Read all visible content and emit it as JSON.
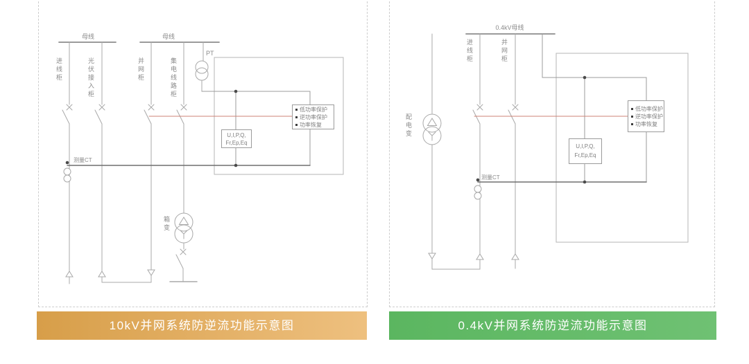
{
  "left_panel": {
    "caption": "10kV并网系统防逆流功能示意图",
    "bus1_label": "母线",
    "bus2_label": "母线",
    "cabinets": [
      "进线柜",
      "光伏接入柜",
      "并网柜",
      "集电线路柜"
    ],
    "pt_label": "PT",
    "ct_label": "测量CT",
    "transformer_label": "箱变",
    "meter_line1": "U,I,P,Q,",
    "meter_line2": "Fr,Ep,Eq",
    "protection_items": [
      "低功率保护",
      "逆功率保护",
      "功率恢复"
    ]
  },
  "right_panel": {
    "caption": "0.4kV并网系统防逆流功能示意图",
    "bus_label": "0.4kV母线",
    "cabinets": [
      "进线柜",
      "并网柜"
    ],
    "transformer_label": "配电变",
    "ct_label": "测量CT",
    "meter_line1": "U,I,P,Q,",
    "meter_line2": "Fr,Ep,Eq",
    "protection_items": [
      "低功率保护",
      "逆功率保护",
      "功率恢复"
    ]
  },
  "colors": {
    "left_banner_start": "#d79e49",
    "left_banner_end": "#eec07f",
    "right_banner_start": "#5bb660",
    "right_banner_end": "#6fc173",
    "trip_line": "#cc8276",
    "diagram_line": "#a8a8a8"
  }
}
